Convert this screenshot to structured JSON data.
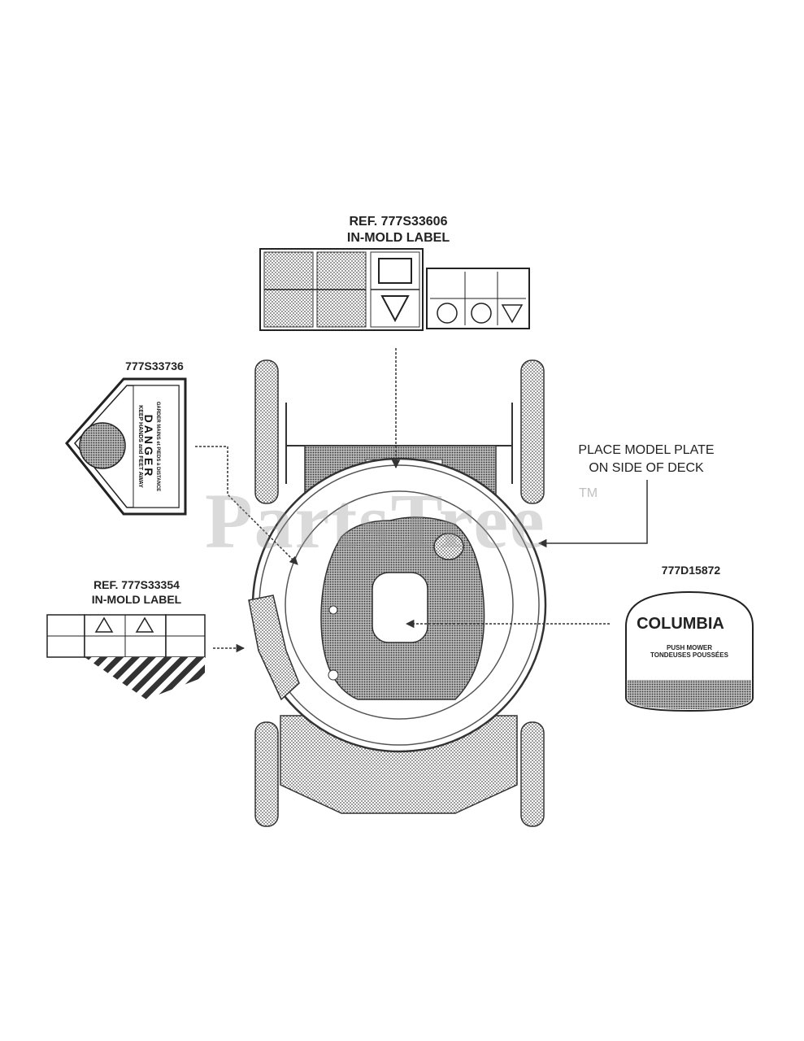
{
  "labels": {
    "top_ref": "REF. 777S33606",
    "top_sub": "IN-MOLD LABEL",
    "left_top_part": "777S33736",
    "left_bottom_ref": "REF. 777S33354",
    "left_bottom_sub": "IN-MOLD LABEL",
    "model_plate_1": "PLACE MODEL PLATE",
    "model_plate_2": "ON SIDE OF DECK",
    "right_part": "777D15872"
  },
  "danger_decal": {
    "line1": "GARDER MAINS et PIEDS à DISTANCE",
    "line2": "DANGER",
    "line3": "KEEP HANDS and FEET AWAY"
  },
  "brand_decal": {
    "brand": "COLUMBIA",
    "line1": "PUSH MOWER",
    "line2": "TONDEUSES POUSSÉES"
  },
  "watermark": {
    "text": "PartsTree",
    "tm": "TM"
  },
  "colors": {
    "ink": "#111111",
    "hatch": "#777777",
    "watermark": "#9a9a9a"
  }
}
